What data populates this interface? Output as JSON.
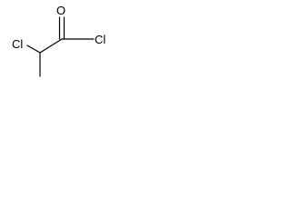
{
  "molecule": {
    "atoms": {
      "carbonyl_oxygen": "O",
      "acyl_chlorine": "Cl",
      "alpha_chlorine": "Cl"
    }
  }
}
